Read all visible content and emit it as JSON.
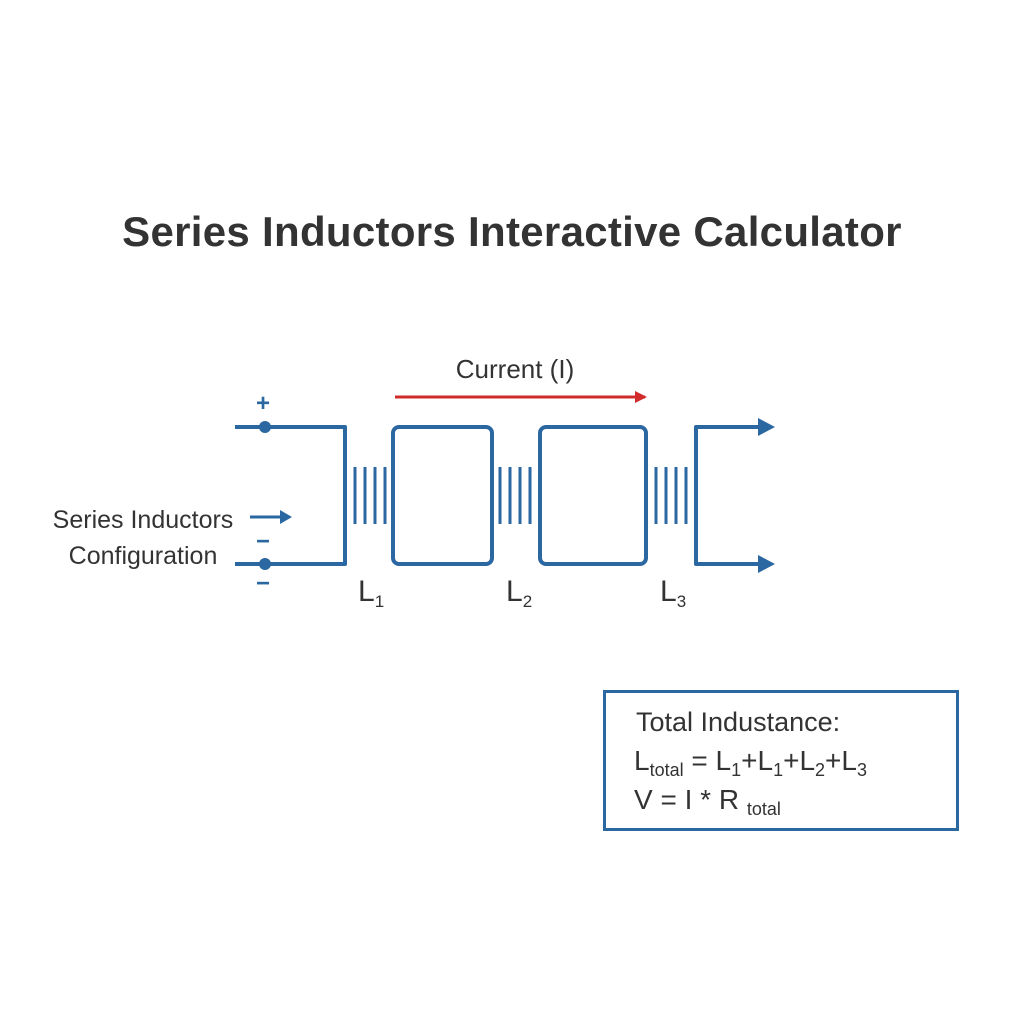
{
  "title": "Series Inductors Interactive Calculator",
  "current_label": "Current (I)",
  "config_label": {
    "line1": "Series Inductors",
    "line2": "Configuration"
  },
  "polarity": {
    "plus": "+",
    "minus_upper": "−",
    "minus_lower": "−"
  },
  "inductors": [
    {
      "symbol": "L",
      "subscript": "1"
    },
    {
      "symbol": "L",
      "subscript": "2"
    },
    {
      "symbol": "L",
      "subscript": "3"
    }
  ],
  "formula": {
    "heading": "Total Industance:",
    "line1": {
      "lhs": "L",
      "lhs_sub": "total",
      "eq": " = ",
      "terms": [
        {
          "symbol": "L",
          "sub": "1"
        },
        {
          "symbol": "L",
          "sub": "1"
        },
        {
          "symbol": "L",
          "sub": "2"
        },
        {
          "symbol": "L",
          "sub": "3"
        }
      ],
      "op": "+"
    },
    "line2": {
      "text": "V = I * R",
      "sub": "total"
    }
  },
  "colors": {
    "wire": "#2b67a0",
    "current_arrow": "#d22b2b",
    "text": "#333333"
  }
}
